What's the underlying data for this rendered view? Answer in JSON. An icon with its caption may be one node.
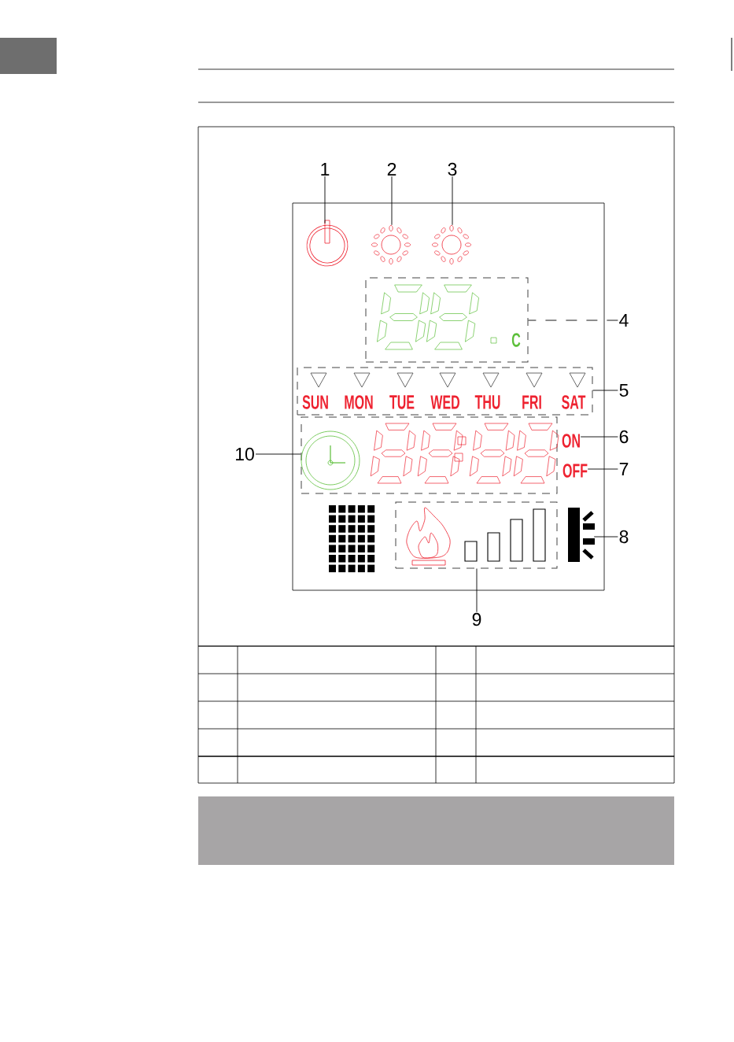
{
  "diagram": {
    "nodes": [
      {
        "text": [
          "1"
        ]
      },
      {
        "text": [],
        "shape": "picture"
      },
      {
        "text": [
          "2"
        ]
      },
      {
        "text": [],
        "shape": "picture"
      },
      {
        "text": [
          "3"
        ]
      },
      {
        "text": [],
        "shape": "picture"
      },
      {
        "text": [
          "4"
        ]
      },
      {
        "text": [
          "C"
        ]
      },
      {
        "text": [
          "5"
        ]
      },
      {
        "text": [
          "SUN",
          "MON",
          "TUE",
          "WED",
          "THU",
          "FRI",
          "SAT"
        ]
      },
      {
        "text": [
          "6"
        ]
      },
      {
        "text": [
          "ON"
        ]
      },
      {
        "text": [
          "7"
        ]
      },
      {
        "text": [
          "OFF"
        ]
      },
      {
        "text": [
          "8"
        ]
      },
      {
        "text": [],
        "shape": "picture"
      },
      {
        "text": [
          "9"
        ]
      },
      {
        "text": [],
        "shape": "box"
      },
      {
        "text": [
          "10"
        ]
      },
      {
        "text": [],
        "shape": "box"
      },
      {
        "text": [],
        "shape": "box"
      }
    ],
    "edges": [
      {
        "from": 0,
        "to": 1,
        "arrow": "none"
      },
      {
        "from": 2,
        "to": 3,
        "arrow": "none"
      },
      {
        "from": 4,
        "to": 5,
        "arrow": "none"
      },
      {
        "from": 6,
        "to": 7,
        "arrow": "none",
        "style": "dashed"
      },
      {
        "from": 8,
        "to": 9,
        "arrow": "none"
      },
      {
        "from": 10,
        "to": 11,
        "arrow": "none"
      },
      {
        "from": 12,
        "to": 13,
        "arrow": "none"
      },
      {
        "from": 14,
        "to": 15,
        "arrow": "none"
      },
      {
        "from": 16,
        "to": 19,
        "arrow": "none"
      },
      {
        "from": 18,
        "to": 17,
        "arrow": "none"
      }
    ]
  }
}
